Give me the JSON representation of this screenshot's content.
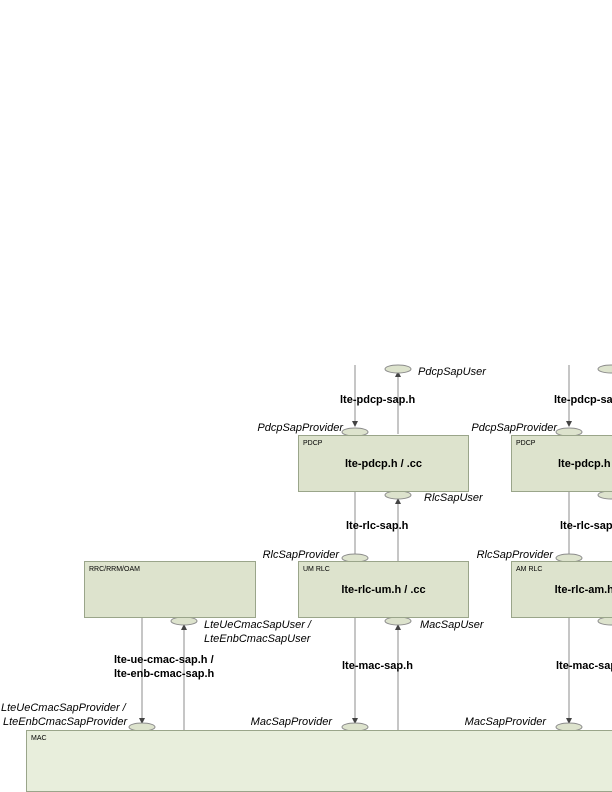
{
  "blocks": {
    "pdcp_um": {
      "tag": "PDCP",
      "file": "lte-pdcp.h / .cc"
    },
    "pdcp_am": {
      "tag": "PDCP",
      "file": "lte-pdcp.h / .cc"
    },
    "rlc_um": {
      "tag": "UM RLC",
      "file": "lte-rlc-um.h / .cc"
    },
    "rlc_am": {
      "tag": "AM RLC",
      "file": "lte-rlc-am.h / .cc"
    },
    "rrc": {
      "tag": "RRC/RRM/OAM"
    },
    "mac": {
      "tag": "MAC"
    }
  },
  "sap_labels": {
    "pdcp_sap_user": "PdcpSapUser",
    "pdcp_sap_provider": "PdcpSapProvider",
    "rlc_sap_user": "RlcSapUser",
    "rlc_sap_provider": "RlcSapProvider",
    "mac_sap_user": "MacSapUser",
    "mac_sap_provider": "MacSapProvider",
    "cmac_sap_user_1": "LteUeCmacSapUser /",
    "cmac_sap_user_2": "LteEnbCmacSapUser",
    "cmac_sap_provider_1": "LteUeCmacSapProvider /",
    "cmac_sap_provider_2": "LteEnbCmacSapProvider"
  },
  "headers": {
    "pdcp_sap": "lte-pdcp-sap.h",
    "rlc_sap": "lte-rlc-sap.h",
    "mac_sap": "lte-mac-sap.h",
    "cmac_sap_1": "lte-ue-cmac-sap.h /",
    "cmac_sap_2": "lte-enb-cmac-sap.h"
  },
  "colors": {
    "block_fill": "#dde3cd",
    "mac_fill": "#e8eedc",
    "block_border": "#9aa58a",
    "sap_fill": "#dde3cd",
    "line": "#8c8c8c"
  }
}
